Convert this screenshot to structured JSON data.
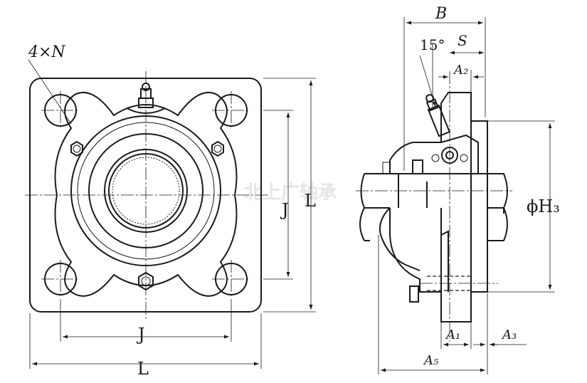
{
  "watermark": "北上广轴承",
  "front_view": {
    "holes_label": "4×N",
    "bolt_pitch_vertical_label": "J",
    "flange_height_label": "L",
    "bolt_pitch_horizontal_label": "J",
    "flange_width_label": "L"
  },
  "side_view": {
    "width_label": "B",
    "grease_angle_label": "15°",
    "offset_s_label": "S",
    "a2_label": "A₂",
    "h3_label": "ϕH₃",
    "a1_label": "A₁",
    "a3_label": "A₃",
    "a5_label": "A₅"
  },
  "colors": {
    "line": "#1a1a1a",
    "watermark": "#e6e6e6",
    "background": "#ffffff"
  }
}
